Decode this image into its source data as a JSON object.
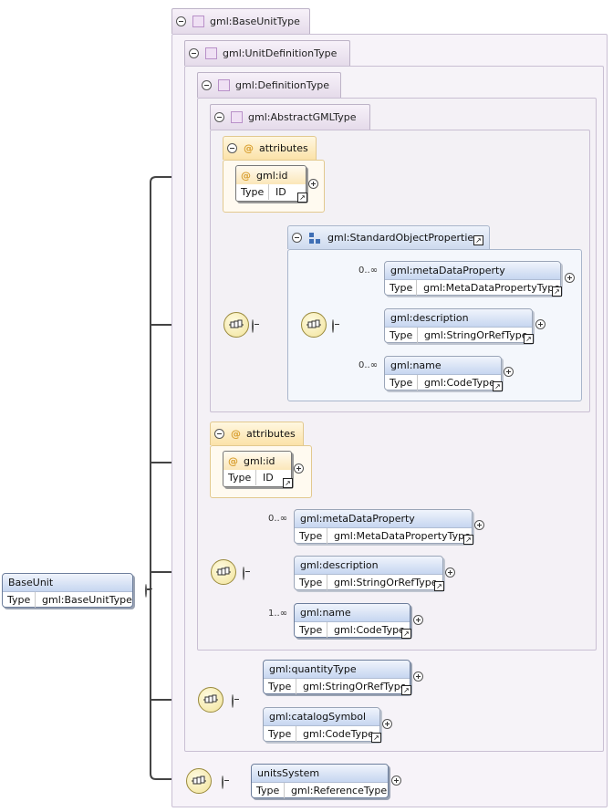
{
  "root": {
    "name": "BaseUnit",
    "type_key": "Type",
    "type_value": "gml:BaseUnitType"
  },
  "types": {
    "base_unit_type": "gml:BaseUnitType",
    "unit_definition_type": "gml:UnitDefinitionType",
    "definition_type": "gml:DefinitionType",
    "abstract_gml_type": "gml:AbstractGMLType"
  },
  "attributes_1": {
    "label": "attributes",
    "attr_name": "gml:id",
    "type_key": "Type",
    "type_value": "ID"
  },
  "attributes_2": {
    "label": "attributes",
    "attr_name": "gml:id",
    "type_key": "Type",
    "type_value": "ID"
  },
  "standard_object_properties": {
    "label": "gml:StandardObjectProperties",
    "elements": [
      {
        "cardinality": "0..∞",
        "name": "gml:metaDataProperty",
        "type_key": "Type",
        "type_value": "gml:MetaDataPropertyType"
      },
      {
        "cardinality": "",
        "name": "gml:description",
        "type_key": "Type",
        "type_value": "gml:StringOrRefType"
      },
      {
        "cardinality": "0..∞",
        "name": "gml:name",
        "type_key": "Type",
        "type_value": "gml:CodeType"
      }
    ]
  },
  "definition_elements": [
    {
      "cardinality": "0..∞",
      "name": "gml:metaDataProperty",
      "type_key": "Type",
      "type_value": "gml:MetaDataPropertyType"
    },
    {
      "cardinality": "",
      "name": "gml:description",
      "type_key": "Type",
      "type_value": "gml:StringOrRefType"
    },
    {
      "cardinality": "1..∞",
      "name": "gml:name",
      "type_key": "Type",
      "type_value": "gml:CodeType"
    }
  ],
  "unit_definition_elements": [
    {
      "name": "gml:quantityType",
      "type_key": "Type",
      "type_value": "gml:StringOrRefType"
    },
    {
      "name": "gml:catalogSymbol",
      "type_key": "Type",
      "type_value": "gml:CodeType"
    }
  ],
  "base_unit_element": {
    "name": "unitsSystem",
    "type_key": "Type",
    "type_value": "gml:ReferenceType"
  },
  "colors": {
    "type_container": "#c9bfd3",
    "attribute_group": "#fbe2a8",
    "element_header": "#c6d6f0",
    "sequence": "#f1e39a"
  }
}
